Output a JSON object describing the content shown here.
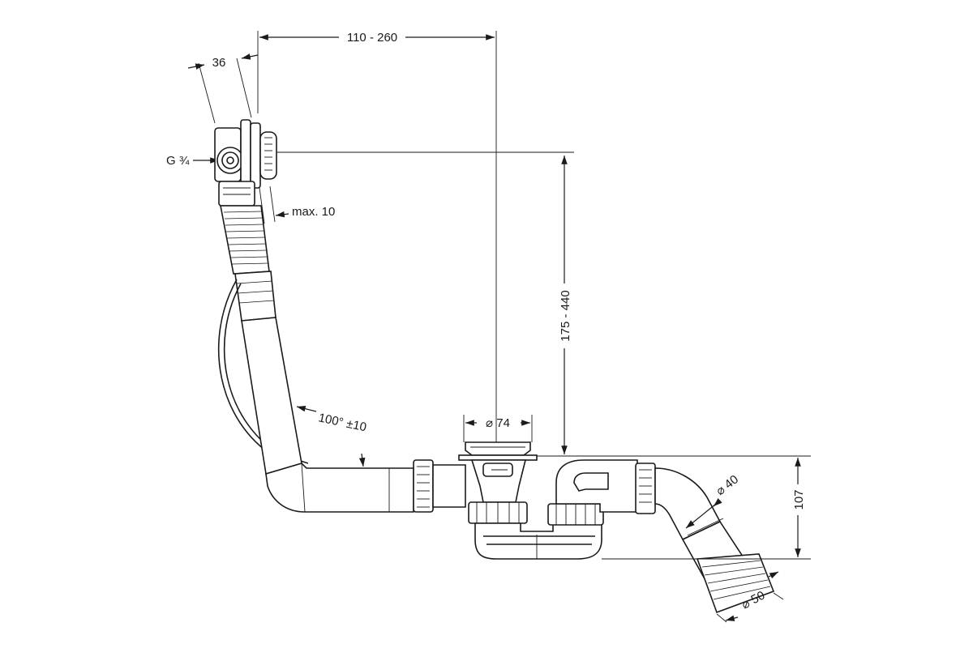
{
  "dimensions": {
    "top_span": "110 - 260",
    "overflow_depth": "36",
    "thread": "G ¾",
    "wall_thickness": "max. 10",
    "height_range": "175 - 440",
    "angle": "100° ±10",
    "drain_diameter": "⌀ 74",
    "outlet_diameter": "⌀ 40",
    "outlet_end_diameter": "⌀ 50",
    "trap_height": "107"
  }
}
